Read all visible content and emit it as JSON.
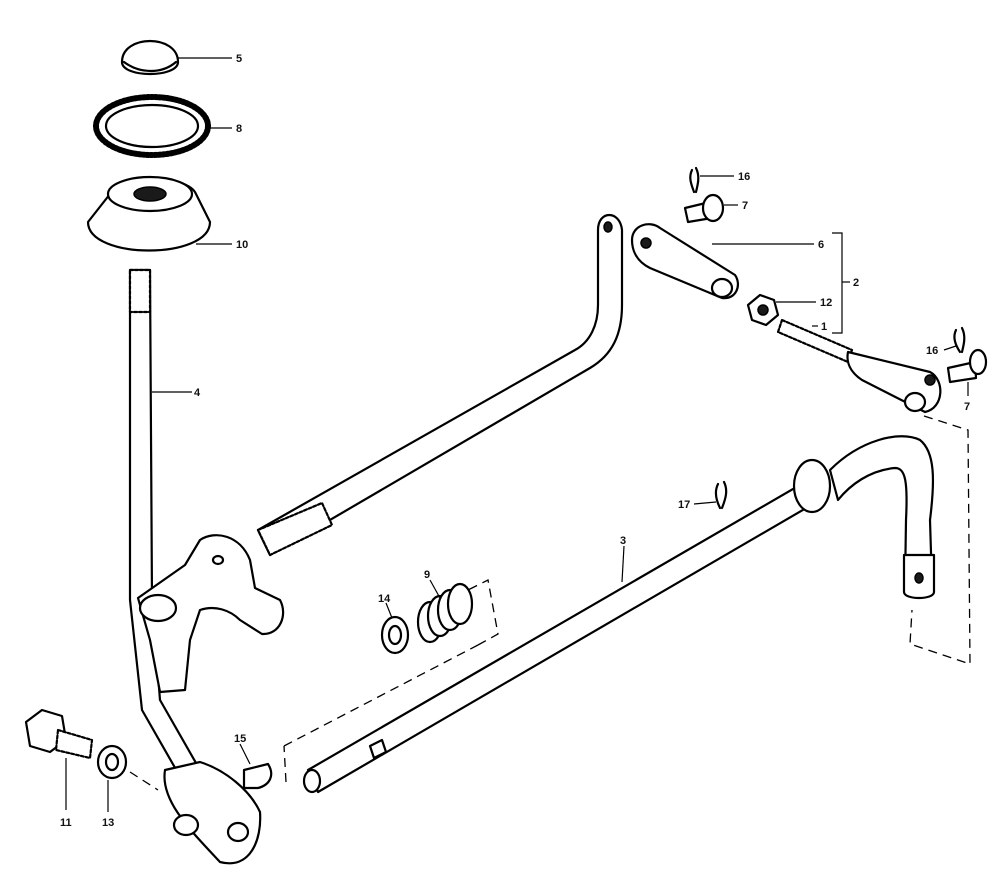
{
  "callouts": {
    "c5": "5",
    "c8_ring": "8",
    "c10": "10",
    "c4": "4",
    "c16_top": "16",
    "c7_top": "7",
    "c6": "6",
    "c2": "2",
    "c12": "12",
    "c1": "1",
    "c16_right": "16",
    "c7_right": "7",
    "c17": "17",
    "c3": "3",
    "c9": "9",
    "c14": "14",
    "c15": "15",
    "c11": "11",
    "c13": "13"
  }
}
